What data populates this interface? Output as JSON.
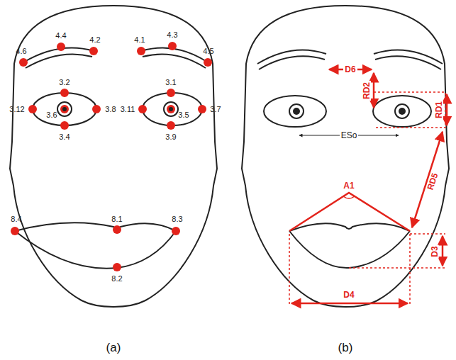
{
  "diagram": {
    "labels": [
      "4.4",
      "4.2",
      "4.6",
      "4.1",
      "4.3",
      "4.5",
      "3.2",
      "3.1",
      "3.12",
      "3.6",
      "3.8",
      "3.11",
      "3.5",
      "3.7",
      "3.4",
      "3.9",
      "8.4",
      "8.1",
      "8.3",
      "8.2",
      "D6",
      "RD2",
      "RD1",
      "ESo",
      "RD5",
      "A1",
      "D3",
      "D4",
      "(a)",
      "(b)"
    ]
  }
}
